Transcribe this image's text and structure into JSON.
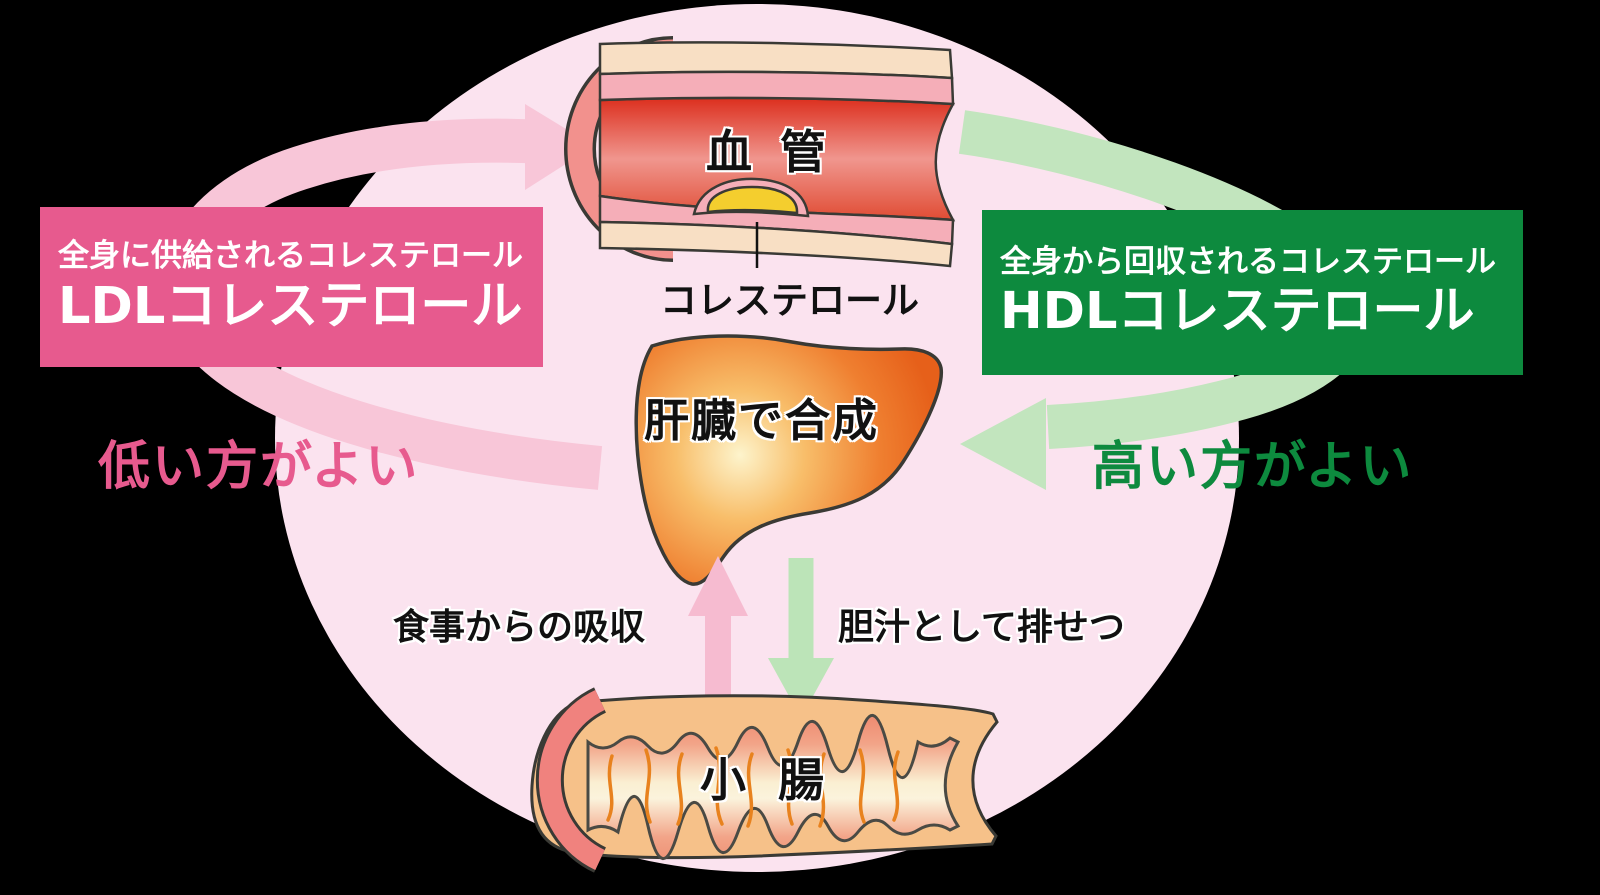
{
  "colors": {
    "background": "#000000",
    "circle_pink": "#FBE3EF",
    "ldl_pink": "#E75A8E",
    "hdl_green": "#0D8A3E",
    "arrow_pink": "#F8C6D8",
    "arrow_green": "#C2E5BE",
    "up_arrow_pink": "#F6BBD0",
    "down_arrow_green": "#BCE4B8",
    "plaque_yellow": "#F4CE2E",
    "outline_dark": "#3a3a35"
  },
  "vessel": {
    "label": "血 管",
    "plaque_label": "コレステロール"
  },
  "liver": {
    "label": "肝臓で合成"
  },
  "intestine": {
    "label": "小 腸"
  },
  "ldl": {
    "line1": "全身に供給されるコレステロール",
    "line2": "LDLコレステロール",
    "slogan": "低い方がよい"
  },
  "hdl": {
    "line1": "全身から回収されるコレステロール",
    "line2": "HDLコレステロール",
    "slogan": "高い方がよい"
  },
  "flows": {
    "absorption": "食事からの吸収",
    "excretion": "胆汁として排せつ"
  }
}
